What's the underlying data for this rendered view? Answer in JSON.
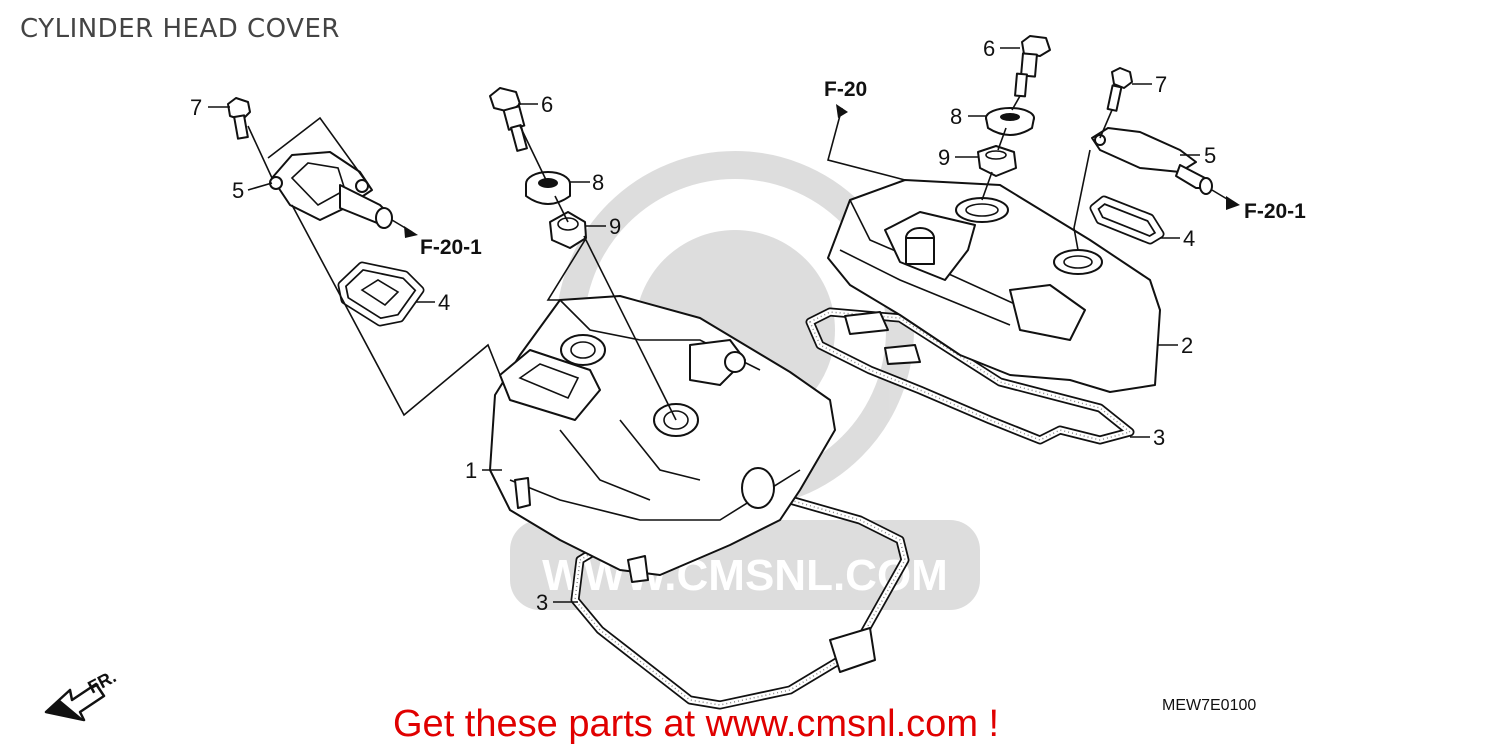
{
  "title": "CYLINDER HEAD COVER",
  "ref_code": "MEW7E0100",
  "footer_link": "Get these parts at www.cmsnl.com !",
  "watermark_text": "WWW.CMSNL.COM",
  "front_label": "FR.",
  "callouts": {
    "left_7": "7",
    "left_5": "5",
    "left_4": "4",
    "left_6": "6",
    "left_8": "8",
    "left_9": "9",
    "left_1": "1",
    "left_3": "3",
    "right_6": "6",
    "right_8": "8",
    "right_9": "9",
    "right_7": "7",
    "right_5": "5",
    "right_4": "4",
    "right_2": "2",
    "right_3": "3"
  },
  "refs": {
    "f20_1_left": "F-20-1",
    "f20_top": "F-20",
    "f20_1_right": "F-20-1"
  }
}
